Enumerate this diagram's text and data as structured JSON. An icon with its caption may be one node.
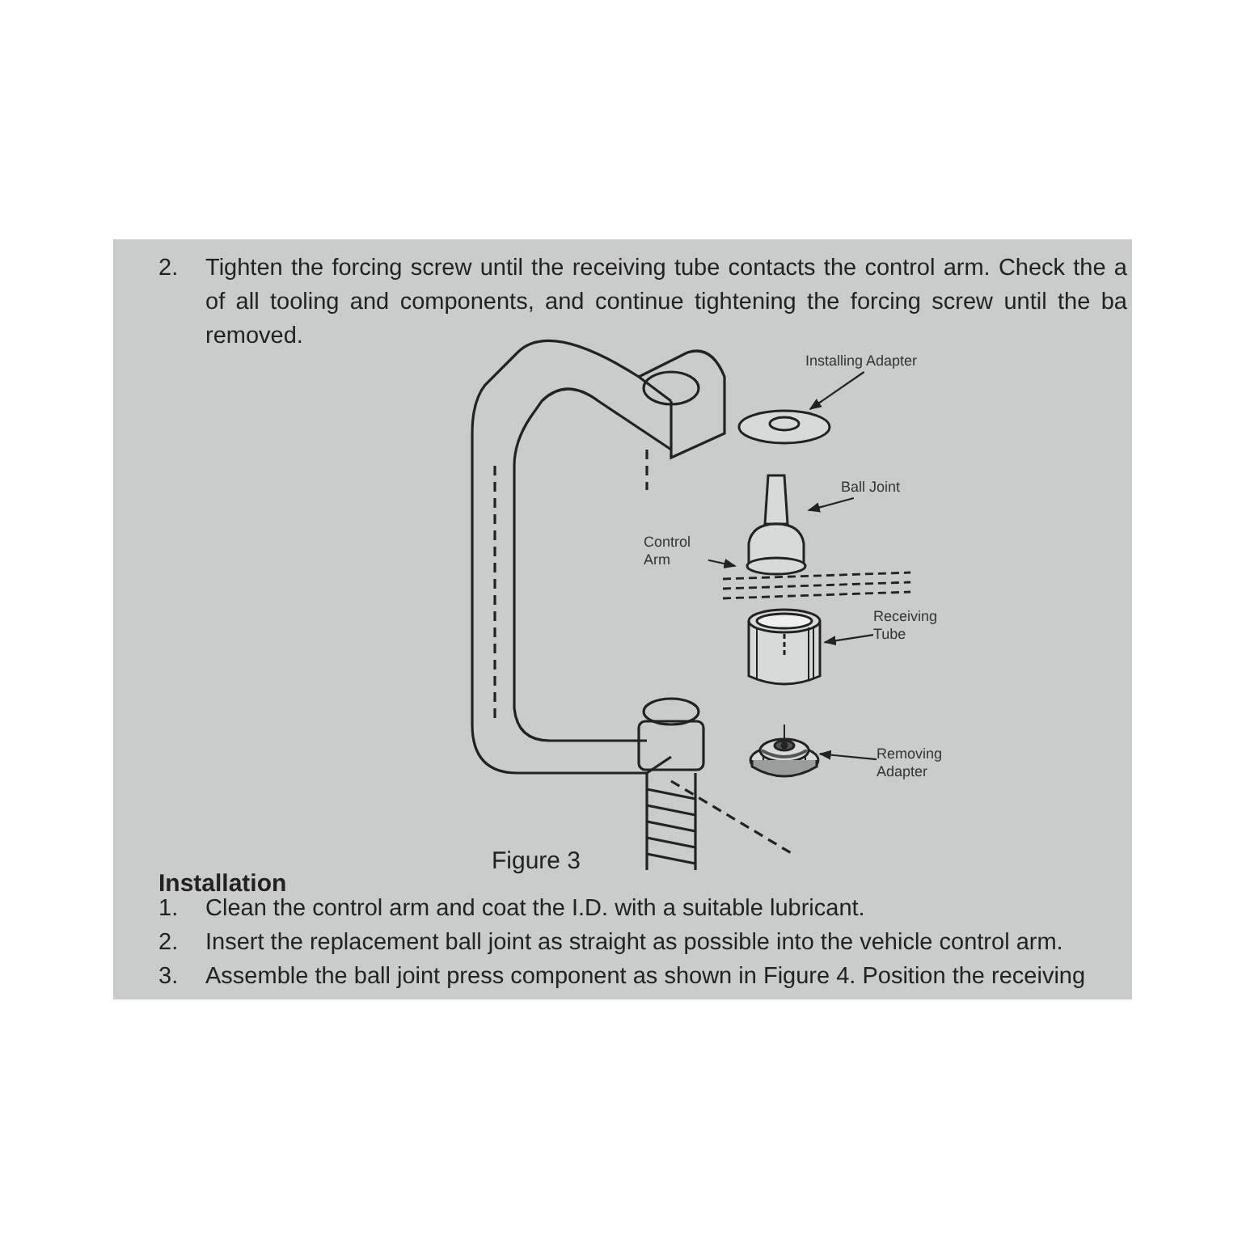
{
  "diagram": {
    "caption": "Figure 3",
    "nodes": [
      {
        "text": [
          "Installing Adapter"
        ]
      },
      {
        "text": [],
        "shape": "picture"
      },
      {
        "text": [
          "Ball Joint"
        ]
      },
      {
        "text": [],
        "shape": "picture"
      },
      {
        "text": [
          "Control Arm"
        ]
      },
      {
        "text": [],
        "shape": "picture"
      },
      {
        "text": [
          "Receiving Tube"
        ]
      },
      {
        "text": [],
        "shape": "picture"
      },
      {
        "text": [
          "Removing Adapter"
        ]
      },
      {
        "text": [],
        "shape": "picture"
      }
    ],
    "edges": [
      {
        "from": 0,
        "to": 1,
        "arrow": "to"
      },
      {
        "from": 2,
        "to": 3,
        "arrow": "to"
      },
      {
        "from": 4,
        "to": 5,
        "arrow": "to"
      },
      {
        "from": 6,
        "to": 7,
        "arrow": "to"
      },
      {
        "from": 8,
        "to": 9,
        "arrow": "to"
      }
    ],
    "labels": [
      "2.",
      "Tighten the forcing screw until the receiving tube contacts the control arm. Check the a of all tooling and components, and continue tightening the forcing screw until the ba removed.",
      "Installation",
      "1.",
      "Clean the control arm and coat the I.D. with a suitable lubricant.",
      "2.",
      "Insert the replacement ball joint as straight as possible into the vehicle control arm.",
      "3.",
      "Assemble the ball joint press component as shown in Figure 4. Position the receiving"
    ]
  }
}
